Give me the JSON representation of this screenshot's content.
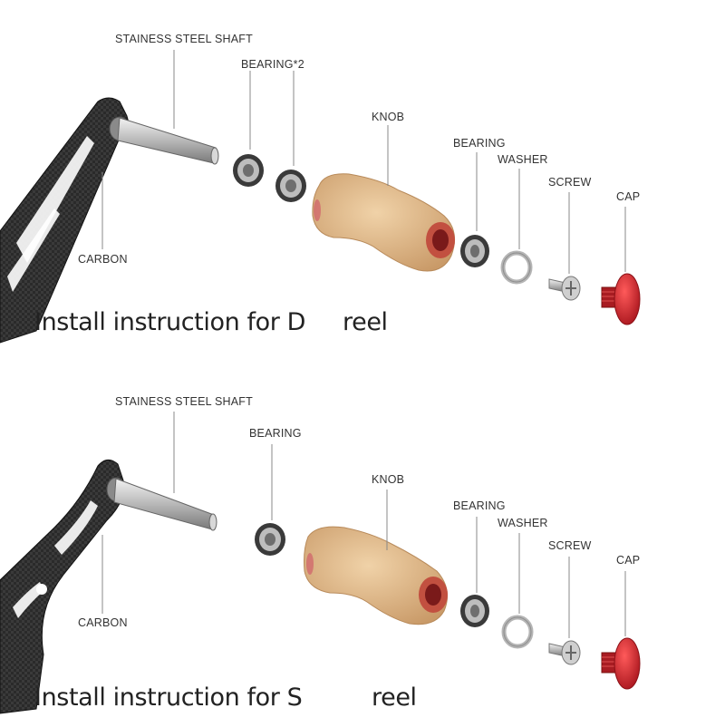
{
  "diagrams": [
    {
      "labels": {
        "shaft": "STAINESS STEEL SHAFT",
        "bearing_left": "BEARING*2",
        "knob": "KNOB",
        "bearing_right": "BEARING",
        "washer": "WASHER",
        "screw": "SCREW",
        "cap": "CAP",
        "carbon": "CARBON"
      },
      "title_prefix": "Install instruction for D",
      "title_suffix": "reel"
    },
    {
      "labels": {
        "shaft": "STAINESS STEEL SHAFT",
        "bearing_left": "BEARING",
        "knob": "KNOB",
        "bearing_right": "BEARING",
        "washer": "WASHER",
        "screw": "SCREW",
        "cap": "CAP",
        "carbon": "CARBON"
      },
      "title_prefix": "Install instruction for S",
      "title_suffix": "reel"
    }
  ],
  "colors": {
    "carbon": "#262626",
    "steel": "#c8c8c8",
    "cork": "#e2bf94",
    "cap_red": "#d02a2e",
    "bearing_dark": "#3a3a3a"
  }
}
